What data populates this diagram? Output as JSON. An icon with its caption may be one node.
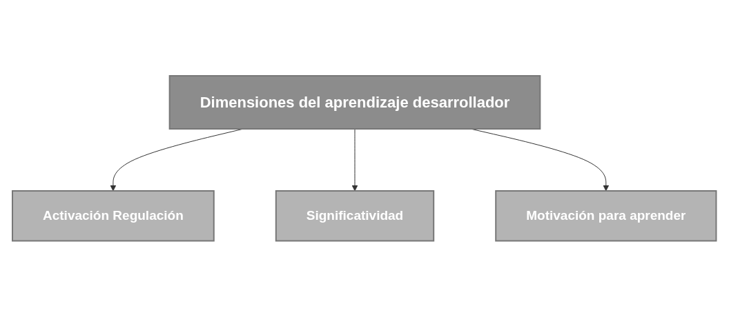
{
  "diagram": {
    "nodes": [
      {
        "text": [
          "Dimensiones del aprendizaje desarrollador"
        ]
      },
      {
        "text": [
          "Activación Regulación"
        ]
      },
      {
        "text": [
          "Significatividad"
        ]
      },
      {
        "text": [
          "Motivación para aprender"
        ]
      }
    ],
    "edges": [
      {
        "from": 0,
        "to": 1,
        "arrow": "to"
      },
      {
        "from": 0,
        "to": 2,
        "arrow": "to"
      },
      {
        "from": 0,
        "to": 3,
        "arrow": "to"
      }
    ]
  }
}
